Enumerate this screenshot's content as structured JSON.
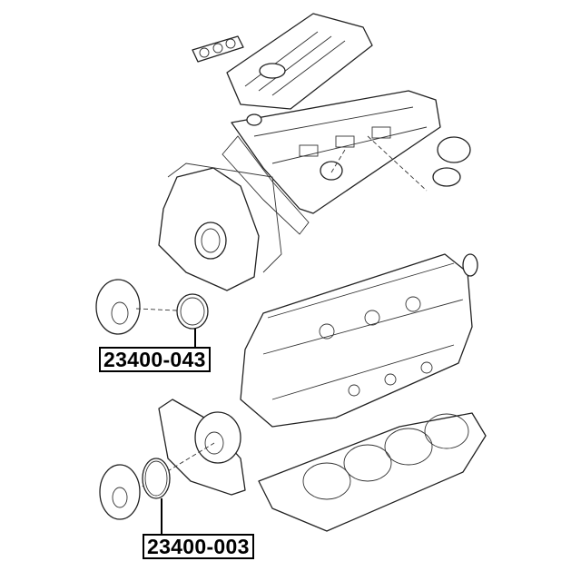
{
  "diagram": {
    "type": "exploded engine parts diagram",
    "part_labels": [
      {
        "number": "23400-043"
      },
      {
        "number": "23400-003"
      }
    ]
  }
}
